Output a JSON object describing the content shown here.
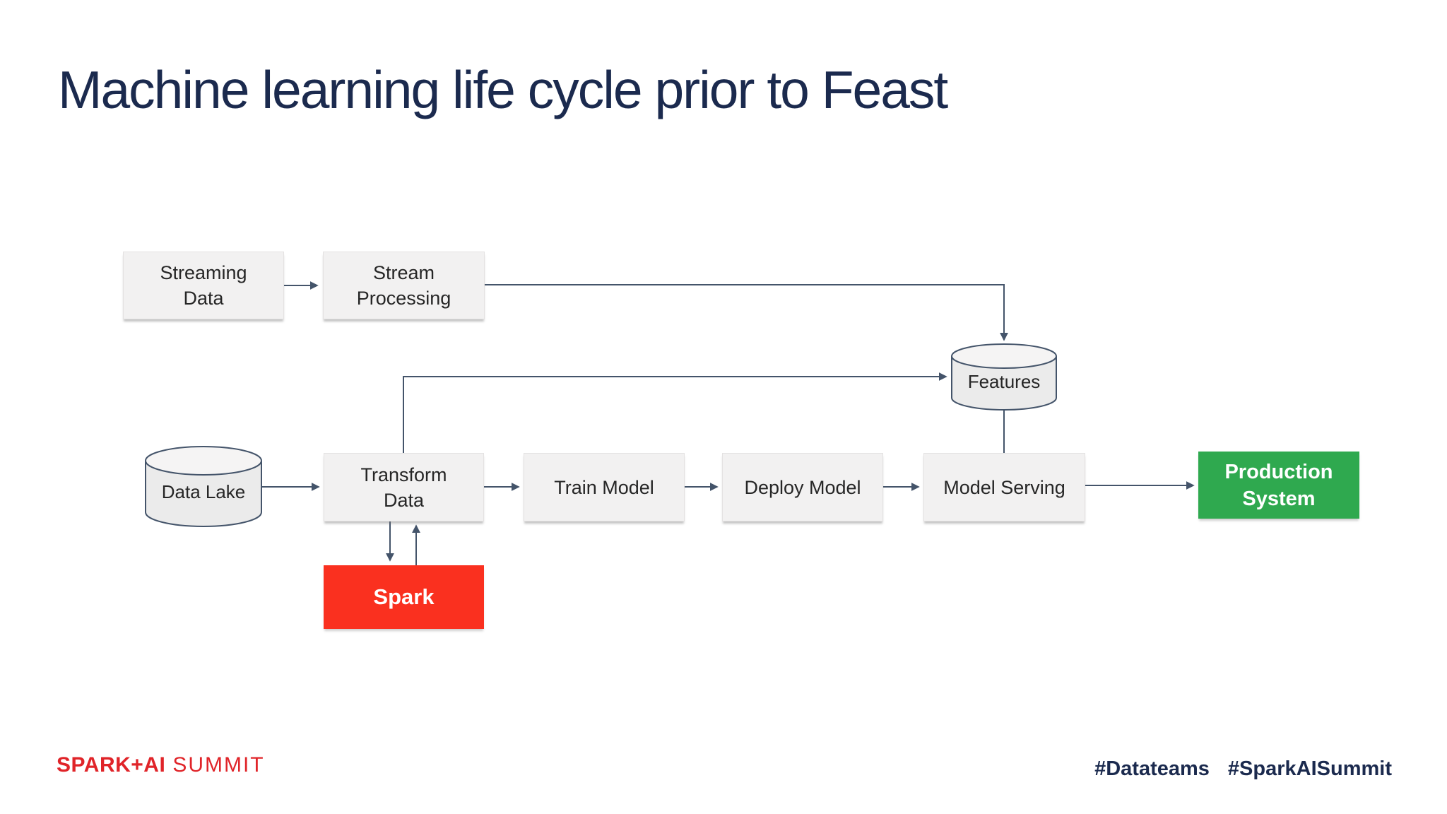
{
  "slide": {
    "title": "Machine learning life cycle prior to Feast"
  },
  "diagram": {
    "nodes": {
      "streaming_data": {
        "label": "Streaming\nData",
        "type": "process-box"
      },
      "stream_processing": {
        "label": "Stream\nProcessing",
        "type": "process-box"
      },
      "features": {
        "label": "Features",
        "type": "database-cylinder"
      },
      "data_lake": {
        "label": "Data Lake",
        "type": "database-cylinder"
      },
      "transform_data": {
        "label": "Transform\nData",
        "type": "process-box"
      },
      "train_model": {
        "label": "Train Model",
        "type": "process-box"
      },
      "deploy_model": {
        "label": "Deploy Model",
        "type": "process-box"
      },
      "model_serving": {
        "label": "Model Serving",
        "type": "process-box"
      },
      "production_system": {
        "label": "Production\nSystem",
        "type": "highlight-box-green"
      },
      "spark": {
        "label": "Spark",
        "type": "highlight-box-red"
      }
    },
    "edges": [
      {
        "from": "streaming_data",
        "to": "stream_processing",
        "arrow": true
      },
      {
        "from": "stream_processing",
        "to": "features",
        "arrow": true
      },
      {
        "from": "transform_data",
        "to": "features",
        "arrow": true
      },
      {
        "from": "data_lake",
        "to": "transform_data",
        "arrow": true
      },
      {
        "from": "transform_data",
        "to": "train_model",
        "arrow": true
      },
      {
        "from": "train_model",
        "to": "deploy_model",
        "arrow": true
      },
      {
        "from": "deploy_model",
        "to": "model_serving",
        "arrow": true
      },
      {
        "from": "features",
        "to": "model_serving",
        "arrow": false
      },
      {
        "from": "model_serving",
        "to": "production_system",
        "arrow": true
      },
      {
        "from": "transform_data",
        "to": "spark",
        "arrow": true
      },
      {
        "from": "spark",
        "to": "transform_data",
        "arrow": true
      }
    ]
  },
  "footer": {
    "brand_primary": "SPARK+AI",
    "brand_secondary": "SUMMIT",
    "hashtags": [
      "#Datateams",
      "#SparkAISummit"
    ]
  },
  "colors": {
    "navy": "#1b2a4e",
    "connector": "#44546a",
    "box_fill": "#f2f1f1",
    "box_text": "#262626",
    "green": "#2fa94f",
    "spark_red": "#fa301f",
    "brand_red": "#e02429"
  }
}
